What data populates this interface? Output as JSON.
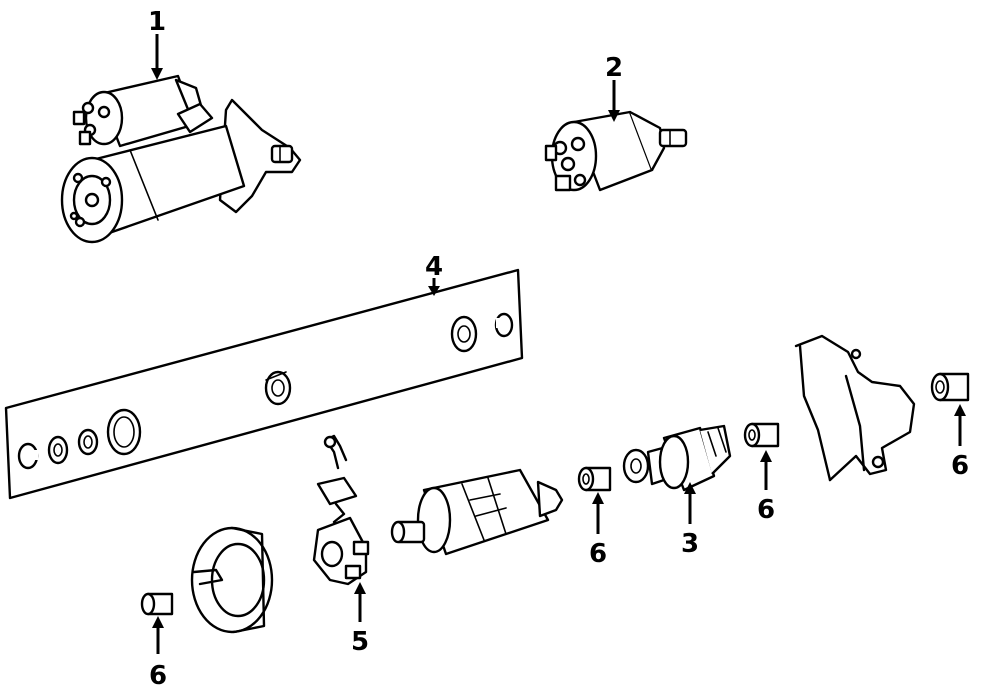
{
  "diagram": {
    "callouts": {
      "c1": "1",
      "c2": "2",
      "c3": "3",
      "c4": "4",
      "c5": "5",
      "c6a": "6",
      "c6b": "6",
      "c6c": "6",
      "c6d": "6"
    }
  }
}
